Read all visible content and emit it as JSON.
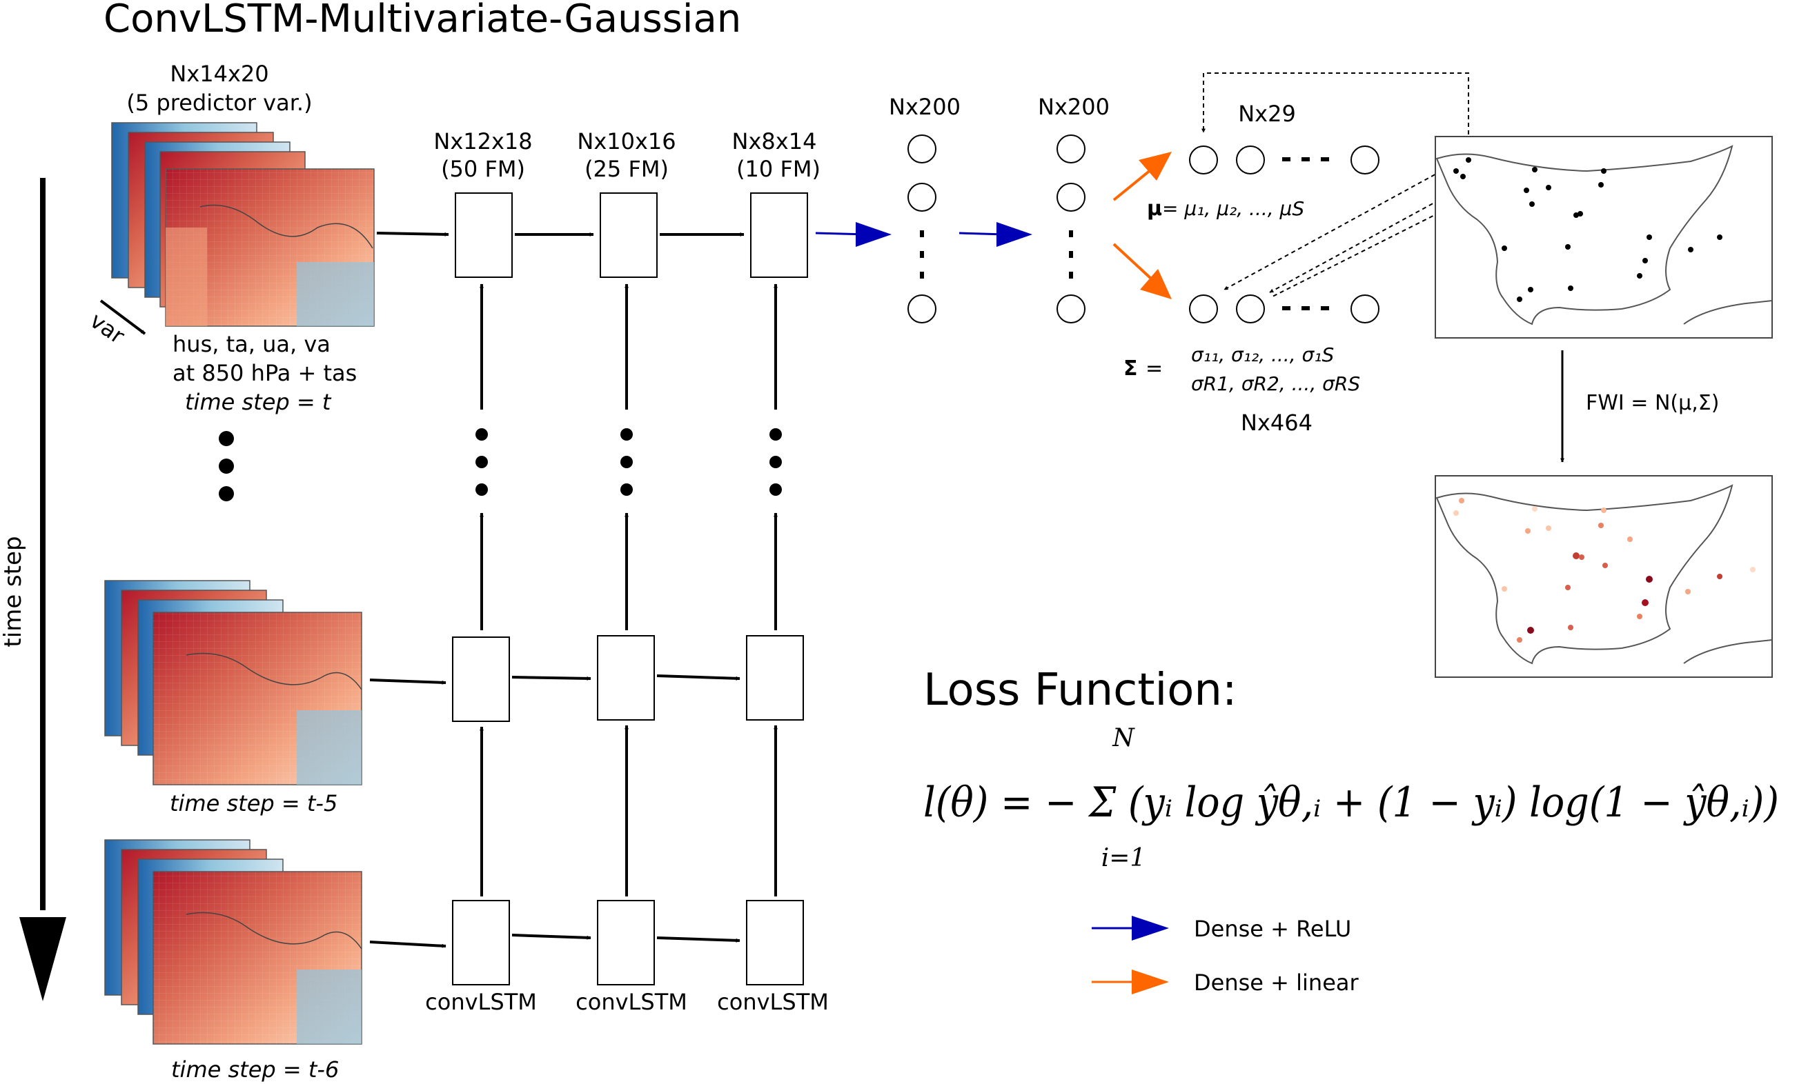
{
  "title": "ConvLSTM-Multivariate-Gaussian",
  "time_axis_label": "time step",
  "input": {
    "dims": "Nx14x20",
    "dims_note": "(5 predictor var.)",
    "var_label": "var",
    "variables": "hus, ta, ua, va",
    "variables_level": "at 850 hPa + tas",
    "step_t": "time step = t",
    "step_t5": "time step = t-5",
    "step_t6": "time step = t-6"
  },
  "layers": [
    {
      "dims": "Nx12x18",
      "fm": "(50 FM)",
      "label": "convLSTM"
    },
    {
      "dims": "Nx10x16",
      "fm": "(25 FM)",
      "label": "convLSTM"
    },
    {
      "dims": "Nx8x14",
      "fm": "(10 FM)",
      "label": "convLSTM"
    }
  ],
  "dense": [
    {
      "dims": "Nx200"
    },
    {
      "dims": "Nx200"
    }
  ],
  "mu": {
    "dims": "Nx29",
    "symbol": "μ",
    "formula": " = μ₁, μ₂, ..., μS"
  },
  "sigma": {
    "dims": "Nx464",
    "symbol": "Σ",
    "eq": "=",
    "row1": "σ₁₁,  σ₁₂, ...,  σ₁S",
    "row2": "σR1,  σR2, ...,  σRS"
  },
  "fwi_label": "FWI = N(μ,Σ)",
  "loss": {
    "heading": "Loss Function:",
    "formula": "l(θ) = − Σ (yᵢ log ŷθ,ᵢ + (1 − yᵢ) log(1 − ŷθ,ᵢ))",
    "sum_top": "N",
    "sum_bottom": "i=1"
  },
  "legend": [
    {
      "label": "Dense + ReLU",
      "color": "#0000b4"
    },
    {
      "label": "Dense + linear",
      "color": "#ff6600"
    }
  ],
  "colors": {
    "dense_relu": "#0000b4",
    "dense_linear": "#ff6600",
    "map_red": "#b2182b",
    "map_blue": "#2166ac"
  }
}
